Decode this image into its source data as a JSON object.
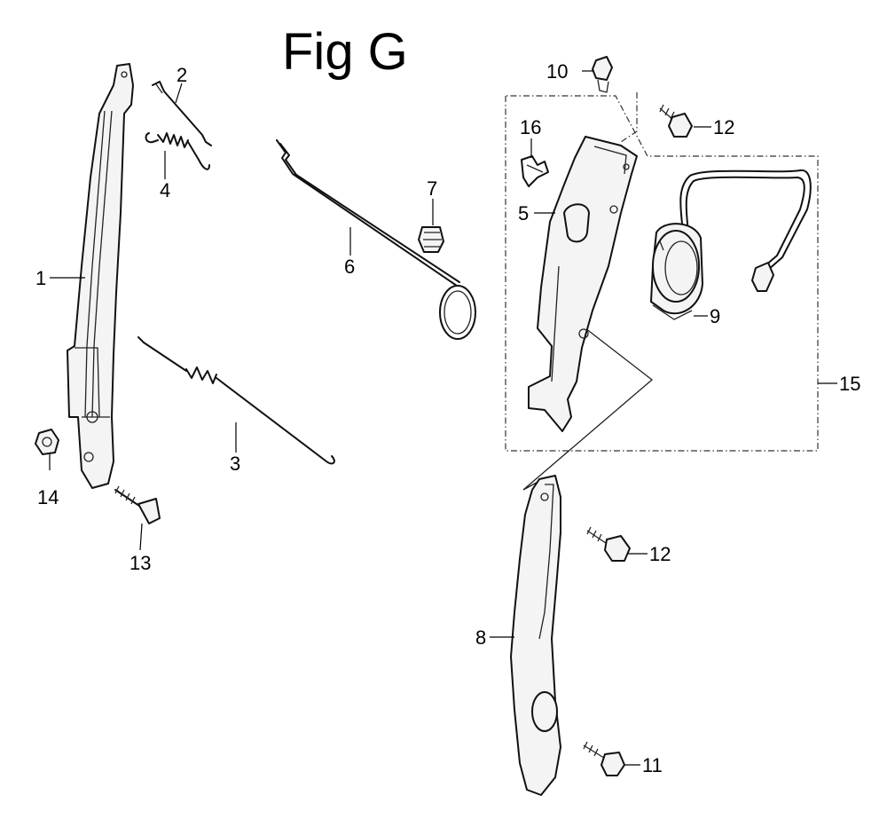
{
  "figure": {
    "title": "Fig G"
  },
  "callouts": [
    "1",
    "2",
    "3",
    "4",
    "5",
    "6",
    "7",
    "8",
    "9",
    "10",
    "11",
    "12",
    "12",
    "13",
    "14",
    "15",
    "16"
  ]
}
